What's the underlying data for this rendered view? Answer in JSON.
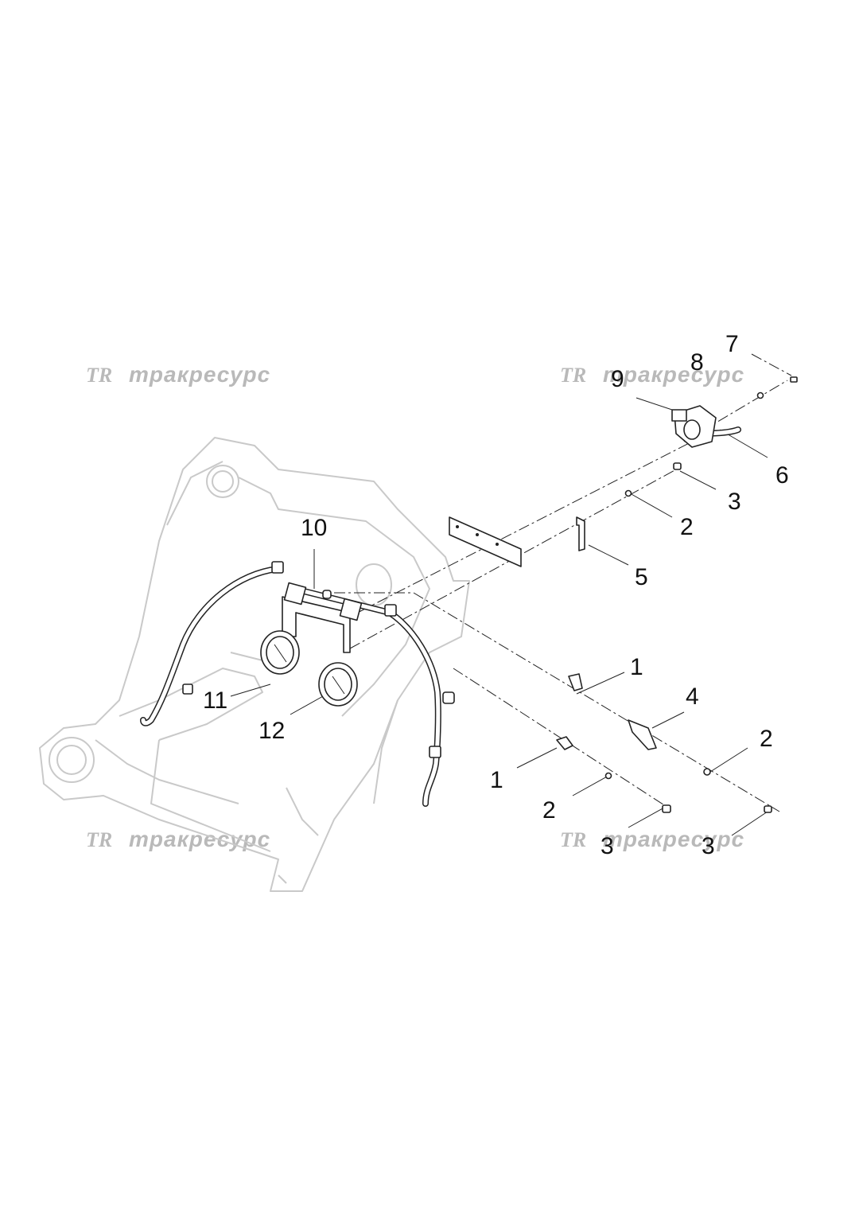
{
  "watermark": {
    "logo": "TR",
    "text": "тракресурс"
  },
  "callouts": {
    "c1a": "1",
    "c1b": "1",
    "c2a": "2",
    "c2b": "2",
    "c2c": "2",
    "c3a": "3",
    "c3b": "3",
    "c3c": "3",
    "c4": "4",
    "c5": "5",
    "c6": "6",
    "c7": "7",
    "c8": "8",
    "c9": "9",
    "c10": "10",
    "c11": "11",
    "c12": "12"
  },
  "colors": {
    "line": "#222222",
    "frame": "#c9c9c9",
    "watermark": "#b9b9b9"
  }
}
